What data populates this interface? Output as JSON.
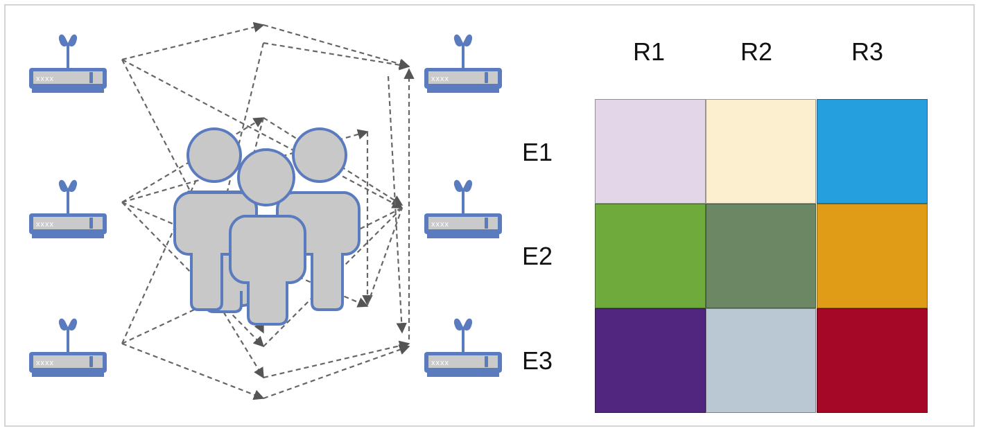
{
  "diagram": {
    "left_panel": {
      "description": "Users surrounded by wireless routers with dashed signal paths",
      "routers": [
        {
          "id": "tx-left-top",
          "label": "xxxx",
          "icon": "router-icon"
        },
        {
          "id": "tx-left-mid",
          "label": "xxxx",
          "icon": "router-icon"
        },
        {
          "id": "tx-left-bottom",
          "label": "xxxx",
          "icon": "router-icon"
        },
        {
          "id": "rx-right-top",
          "label": "xxxx",
          "icon": "router-icon"
        },
        {
          "id": "rx-right-mid",
          "label": "xxxx",
          "icon": "router-icon"
        },
        {
          "id": "rx-right-bottom",
          "label": "xxxx",
          "icon": "router-icon"
        }
      ],
      "users_icon": "group-of-people-icon",
      "colors": {
        "router": "#5b7bbf",
        "router_panel": "#c9c9c9",
        "people_fill": "#c8c8c8",
        "people_outline": "#5b7bbf",
        "dashed_path": "#666666"
      }
    },
    "matrix": {
      "column_headers": [
        "R1",
        "R2",
        "R3"
      ],
      "row_headers": [
        "E1",
        "E2",
        "E3"
      ],
      "cells": [
        [
          "#e2d6e8",
          "#fbefcf",
          "#259fdd"
        ],
        [
          "#6eaa3c",
          "#6b8763",
          "#e09b17"
        ],
        [
          "#51267e",
          "#bac8d3",
          "#a40826"
        ]
      ]
    }
  }
}
